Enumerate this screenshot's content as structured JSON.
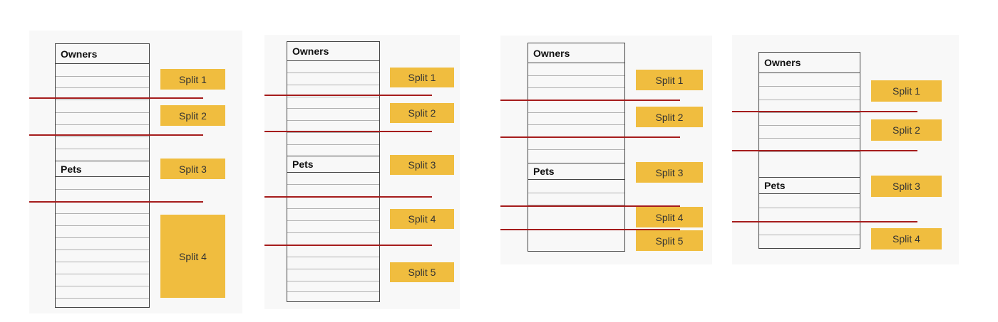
{
  "colors": {
    "panel": "#f8f8f8",
    "split": "#f0bd3f",
    "cut_line": "#a51c1c",
    "table_border": "#444444",
    "row_line": "#b0b0b0"
  },
  "table_labels": {
    "owners": "Owners",
    "pets": "Pets"
  },
  "diagrams": [
    {
      "owners_rows": 8,
      "pets_rows": 11,
      "splits": [
        "Split 1",
        "Split 2",
        "Split 3",
        "Split 4"
      ]
    },
    {
      "owners_rows": 8,
      "pets_rows": 10,
      "splits": [
        "Split 1",
        "Split 2",
        "Split 3",
        "Split 4",
        "Split 5"
      ]
    },
    {
      "owners_rows": 8,
      "pets_rows": 5,
      "splits": [
        "Split 1",
        "Split 2",
        "Split 3",
        "Split 4",
        "Split 5"
      ]
    },
    {
      "owners_rows": 7,
      "pets_rows": 4,
      "splits": [
        "Split 1",
        "Split 2",
        "Split 3",
        "Split 4"
      ]
    }
  ]
}
